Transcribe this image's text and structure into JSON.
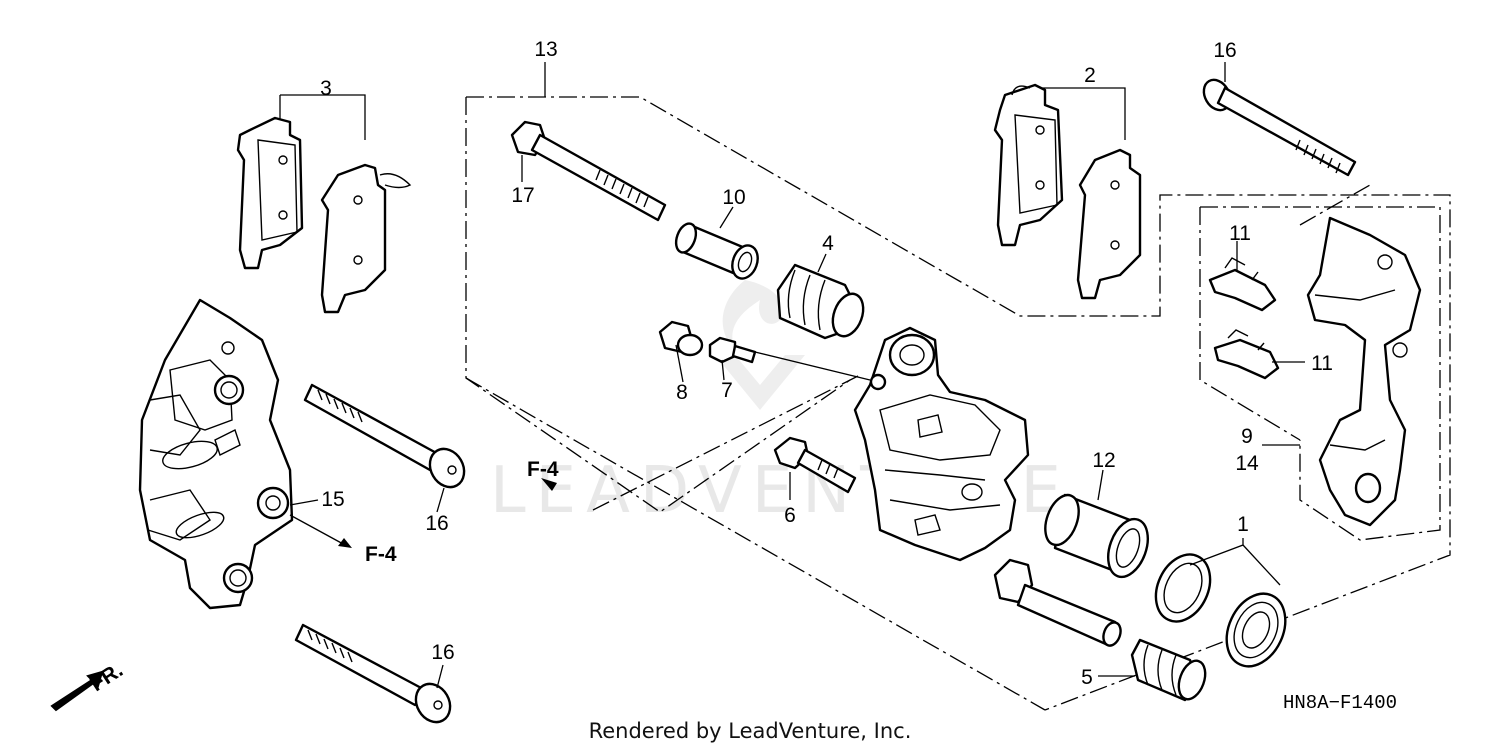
{
  "callouts": [
    {
      "id": "c1",
      "label": "1"
    },
    {
      "id": "c2",
      "label": "2"
    },
    {
      "id": "c3",
      "label": "3"
    },
    {
      "id": "c4",
      "label": "4"
    },
    {
      "id": "c5",
      "label": "5"
    },
    {
      "id": "c6",
      "label": "6"
    },
    {
      "id": "c7",
      "label": "7"
    },
    {
      "id": "c8",
      "label": "8"
    },
    {
      "id": "c9",
      "label": "9"
    },
    {
      "id": "c10",
      "label": "10"
    },
    {
      "id": "c11a",
      "label": "11"
    },
    {
      "id": "c11b",
      "label": "11"
    },
    {
      "id": "c12",
      "label": "12"
    },
    {
      "id": "c13",
      "label": "13"
    },
    {
      "id": "c14",
      "label": "14"
    },
    {
      "id": "c15",
      "label": "15"
    },
    {
      "id": "c16a",
      "label": "16"
    },
    {
      "id": "c16b",
      "label": "16"
    },
    {
      "id": "c16c",
      "label": "16"
    },
    {
      "id": "c17",
      "label": "17"
    }
  ],
  "references": {
    "f4_left": "F-4",
    "f4_center": "F-4"
  },
  "direction": "FR.",
  "diagram_code": "HN8A−F1400",
  "credit": "Rendered by LeadVenture, Inc.",
  "watermark": "LEADVENTURE"
}
